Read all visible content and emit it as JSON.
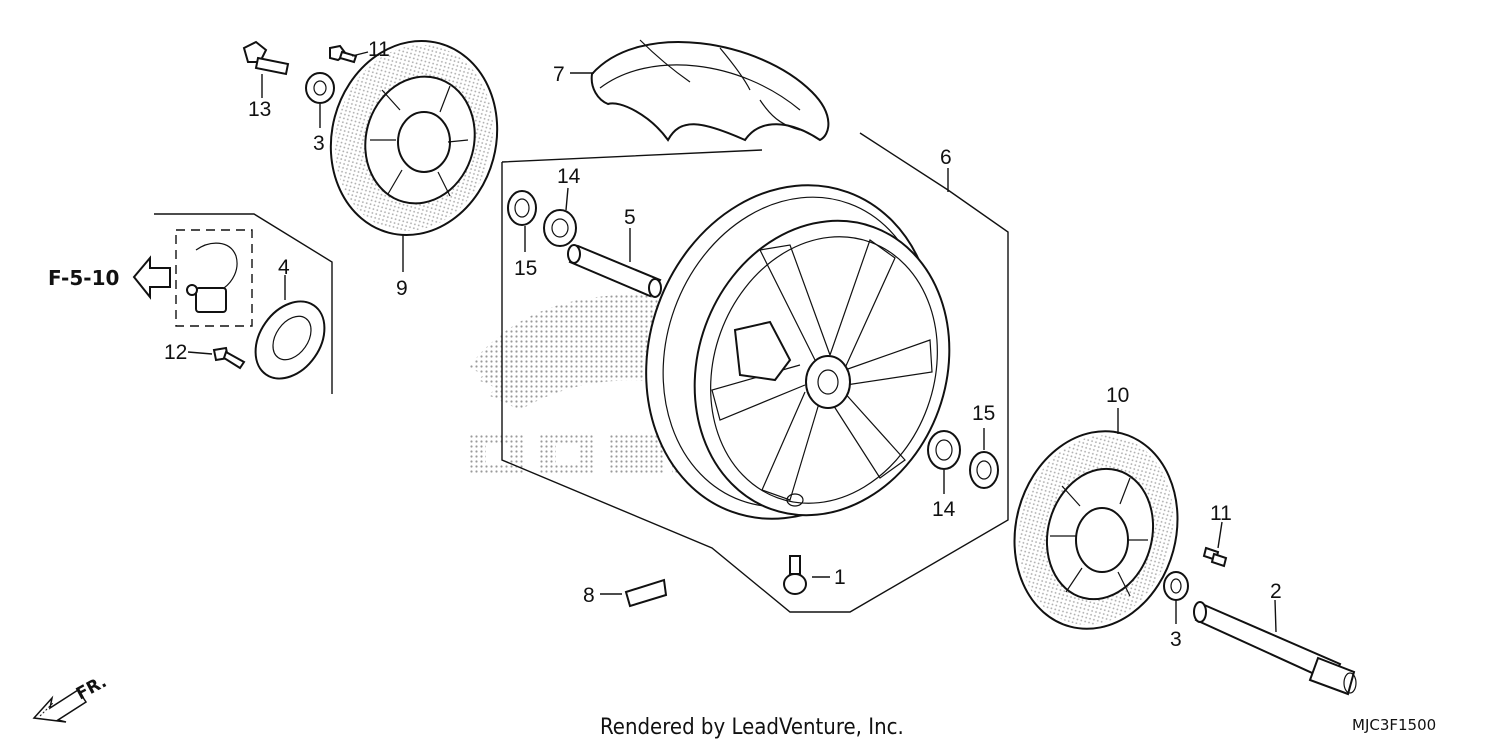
{
  "diagram": {
    "callouts": {
      "p1": "1",
      "p2": "2",
      "p3a": "3",
      "p3b": "3",
      "p4": "4",
      "p5": "5",
      "p6": "6",
      "p7": "7",
      "p8": "8",
      "p9": "9",
      "p10": "10",
      "p11a": "11",
      "p11b": "11",
      "p12": "12",
      "p13": "13",
      "p14a": "14",
      "p14b": "14",
      "p15a": "15",
      "p15b": "15"
    },
    "reference": "F-5-10",
    "front_marker": "FR.",
    "credit": "Rendered by LeadVenture, Inc.",
    "drawing_code": "MJC3F1500"
  }
}
